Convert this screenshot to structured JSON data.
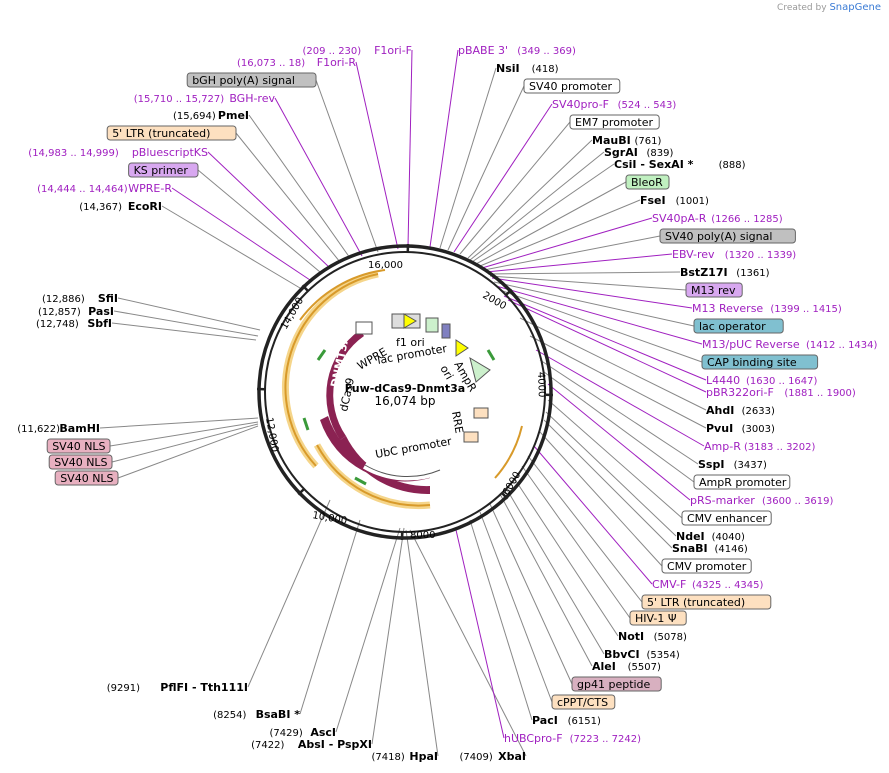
{
  "credit": {
    "prefix": "Created by",
    "brand": "SnapGene"
  },
  "plasmid": {
    "name": "Fuw-dCas9-Dnmt3a",
    "size": "16,074 bp"
  },
  "ticks": [
    "16,000",
    "2000",
    "4000",
    "6000",
    "8000",
    "10,000",
    "12,000",
    "14,000"
  ],
  "features": [
    {
      "id": "dnmt3a",
      "label": "DNMT3A",
      "color": "#8b2252"
    },
    {
      "id": "dcas9",
      "label": "dCas9",
      "color": "#8b2252"
    },
    {
      "id": "ubc",
      "label": "UbC promoter",
      "color": "#ffffff"
    },
    {
      "id": "wpre",
      "label": "WPRE",
      "color": "#ffffff"
    },
    {
      "id": "lacprom",
      "label": "lac promoter",
      "color": "#ffffff"
    },
    {
      "id": "f1ori",
      "label": "f1 ori",
      "color": "#cccccc"
    },
    {
      "id": "ampr",
      "label": "AmpR",
      "color": "#ccf0cc"
    },
    {
      "id": "ori",
      "label": "ori",
      "color": "#ffff00"
    },
    {
      "id": "rre",
      "label": "RRE",
      "color": "#ffffff"
    }
  ],
  "left_labels": [
    {
      "pos": "(209 .. 230)",
      "name": "F1ori-F",
      "type": "primer"
    },
    {
      "pos": "(16,073 .. 18)",
      "name": "F1ori-R",
      "type": "primer"
    },
    {
      "pos": "",
      "name": "bGH poly(A) signal",
      "type": "box",
      "color": "#c0c0c0"
    },
    {
      "pos": "(15,710 .. 15,727)",
      "name": "BGH-rev",
      "type": "primer"
    },
    {
      "pos": "(15,694)",
      "name": "PmeI",
      "type": "site"
    },
    {
      "pos": "",
      "name": "5' LTR (truncated)",
      "type": "box",
      "color": "#fde0c0"
    },
    {
      "pos": "(14,983 .. 14,999)",
      "name": "pBluescriptKS",
      "type": "primer"
    },
    {
      "pos": "",
      "name": "KS primer",
      "type": "box",
      "color": "#d8a8f0"
    },
    {
      "pos": "(14,444 .. 14,464)",
      "name": "WPRE-R",
      "type": "primer"
    },
    {
      "pos": "(14,367)",
      "name": "EcoRI",
      "type": "site"
    },
    {
      "pos": "(12,886)",
      "name": "SfiI",
      "type": "site"
    },
    {
      "pos": "(12,857)",
      "name": "PasI",
      "type": "site"
    },
    {
      "pos": "(12,748)",
      "name": "SbfI",
      "type": "site"
    },
    {
      "pos": "(11,622)",
      "name": "BamHI",
      "type": "site"
    },
    {
      "pos": "",
      "name": "SV40 NLS",
      "type": "box",
      "color": "#e8b0c0"
    },
    {
      "pos": "",
      "name": "SV40 NLS",
      "type": "box",
      "color": "#e8b0c0"
    },
    {
      "pos": "",
      "name": "SV40 NLS",
      "type": "box",
      "color": "#e8b0c0"
    },
    {
      "pos": "(9291)",
      "name": "PflFI - Tth111I",
      "type": "site"
    },
    {
      "pos": "(8254)",
      "name": "BsaBI *",
      "type": "site"
    },
    {
      "pos": "(7429)",
      "name": "AscI",
      "type": "site"
    },
    {
      "pos": "(7422)",
      "name": "AbsI - PspXI",
      "type": "site"
    },
    {
      "pos": "(7418)",
      "name": "HpaI",
      "type": "site"
    },
    {
      "pos": "(7409)",
      "name": "XbaI",
      "type": "site"
    }
  ],
  "right_labels": [
    {
      "name": "pBABE 3'",
      "pos": "(349 .. 369)",
      "type": "primer"
    },
    {
      "name": "NsiI",
      "pos": "(418)",
      "type": "site"
    },
    {
      "name": "SV40 promoter",
      "pos": "",
      "type": "box",
      "color": "#ffffff"
    },
    {
      "name": "SV40pro-F",
      "pos": "(524 .. 543)",
      "type": "primer"
    },
    {
      "name": "EM7 promoter",
      "pos": "",
      "type": "box",
      "color": "#ffffff"
    },
    {
      "name": "MauBI",
      "pos": "(761)",
      "type": "site"
    },
    {
      "name": "SgrAI",
      "pos": "(839)",
      "type": "site"
    },
    {
      "name": "CsiI - SexAI *",
      "pos": "(888)",
      "type": "site"
    },
    {
      "name": "BleoR",
      "pos": "",
      "type": "box",
      "color": "#c0f0c0"
    },
    {
      "name": "FseI",
      "pos": "(1001)",
      "type": "site"
    },
    {
      "name": "SV40pA-R",
      "pos": "(1266 .. 1285)",
      "type": "primer"
    },
    {
      "name": "SV40 poly(A) signal",
      "pos": "",
      "type": "box",
      "color": "#c0c0c0"
    },
    {
      "name": "EBV-rev",
      "pos": "(1320 .. 1339)",
      "type": "primer"
    },
    {
      "name": "BstZ17I",
      "pos": "(1361)",
      "type": "site"
    },
    {
      "name": "M13 rev",
      "pos": "",
      "type": "box",
      "color": "#d8a8f0"
    },
    {
      "name": "M13 Reverse",
      "pos": "(1399 .. 1415)",
      "type": "primer"
    },
    {
      "name": "lac operator",
      "pos": "",
      "type": "box",
      "color": "#80c0d0"
    },
    {
      "name": "M13/pUC Reverse",
      "pos": "(1412 .. 1434)",
      "type": "primer"
    },
    {
      "name": "CAP binding site",
      "pos": "",
      "type": "box",
      "color": "#80c0d0"
    },
    {
      "name": "L4440",
      "pos": "(1630 .. 1647)",
      "type": "primer"
    },
    {
      "name": "pBR322ori-F",
      "pos": "(1881 .. 1900)",
      "type": "primer"
    },
    {
      "name": "AhdI",
      "pos": "(2633)",
      "type": "site"
    },
    {
      "name": "PvuI",
      "pos": "(3003)",
      "type": "site"
    },
    {
      "name": "Amp-R",
      "pos": "(3183 .. 3202)",
      "type": "primer"
    },
    {
      "name": "SspI",
      "pos": "(3437)",
      "type": "site"
    },
    {
      "name": "AmpR promoter",
      "pos": "",
      "type": "box",
      "color": "#ffffff"
    },
    {
      "name": "pRS-marker",
      "pos": "(3600 .. 3619)",
      "type": "primer"
    },
    {
      "name": "CMV enhancer",
      "pos": "",
      "type": "box",
      "color": "#ffffff"
    },
    {
      "name": "NdeI",
      "pos": "(4040)",
      "type": "site"
    },
    {
      "name": "SnaBI",
      "pos": "(4146)",
      "type": "site"
    },
    {
      "name": "CMV promoter",
      "pos": "",
      "type": "box",
      "color": "#ffffff"
    },
    {
      "name": "CMV-F",
      "pos": "(4325 .. 4345)",
      "type": "primer"
    },
    {
      "name": "5' LTR (truncated)",
      "pos": "",
      "type": "box",
      "color": "#fde0c0"
    },
    {
      "name": "HIV-1 Ψ",
      "pos": "",
      "type": "box",
      "color": "#fde0c0"
    },
    {
      "name": "NotI",
      "pos": "(5078)",
      "type": "site"
    },
    {
      "name": "BbvCI",
      "pos": "(5354)",
      "type": "site"
    },
    {
      "name": "AleI",
      "pos": "(5507)",
      "type": "site"
    },
    {
      "name": "gp41 peptide",
      "pos": "",
      "type": "box",
      "color": "#d8b0c0"
    },
    {
      "name": "cPPT/CTS",
      "pos": "",
      "type": "box",
      "color": "#fde0c0"
    },
    {
      "name": "PacI",
      "pos": "(6151)",
      "type": "site"
    },
    {
      "name": "hUBCpro-F",
      "pos": "(7223 .. 7242)",
      "type": "primer"
    }
  ]
}
